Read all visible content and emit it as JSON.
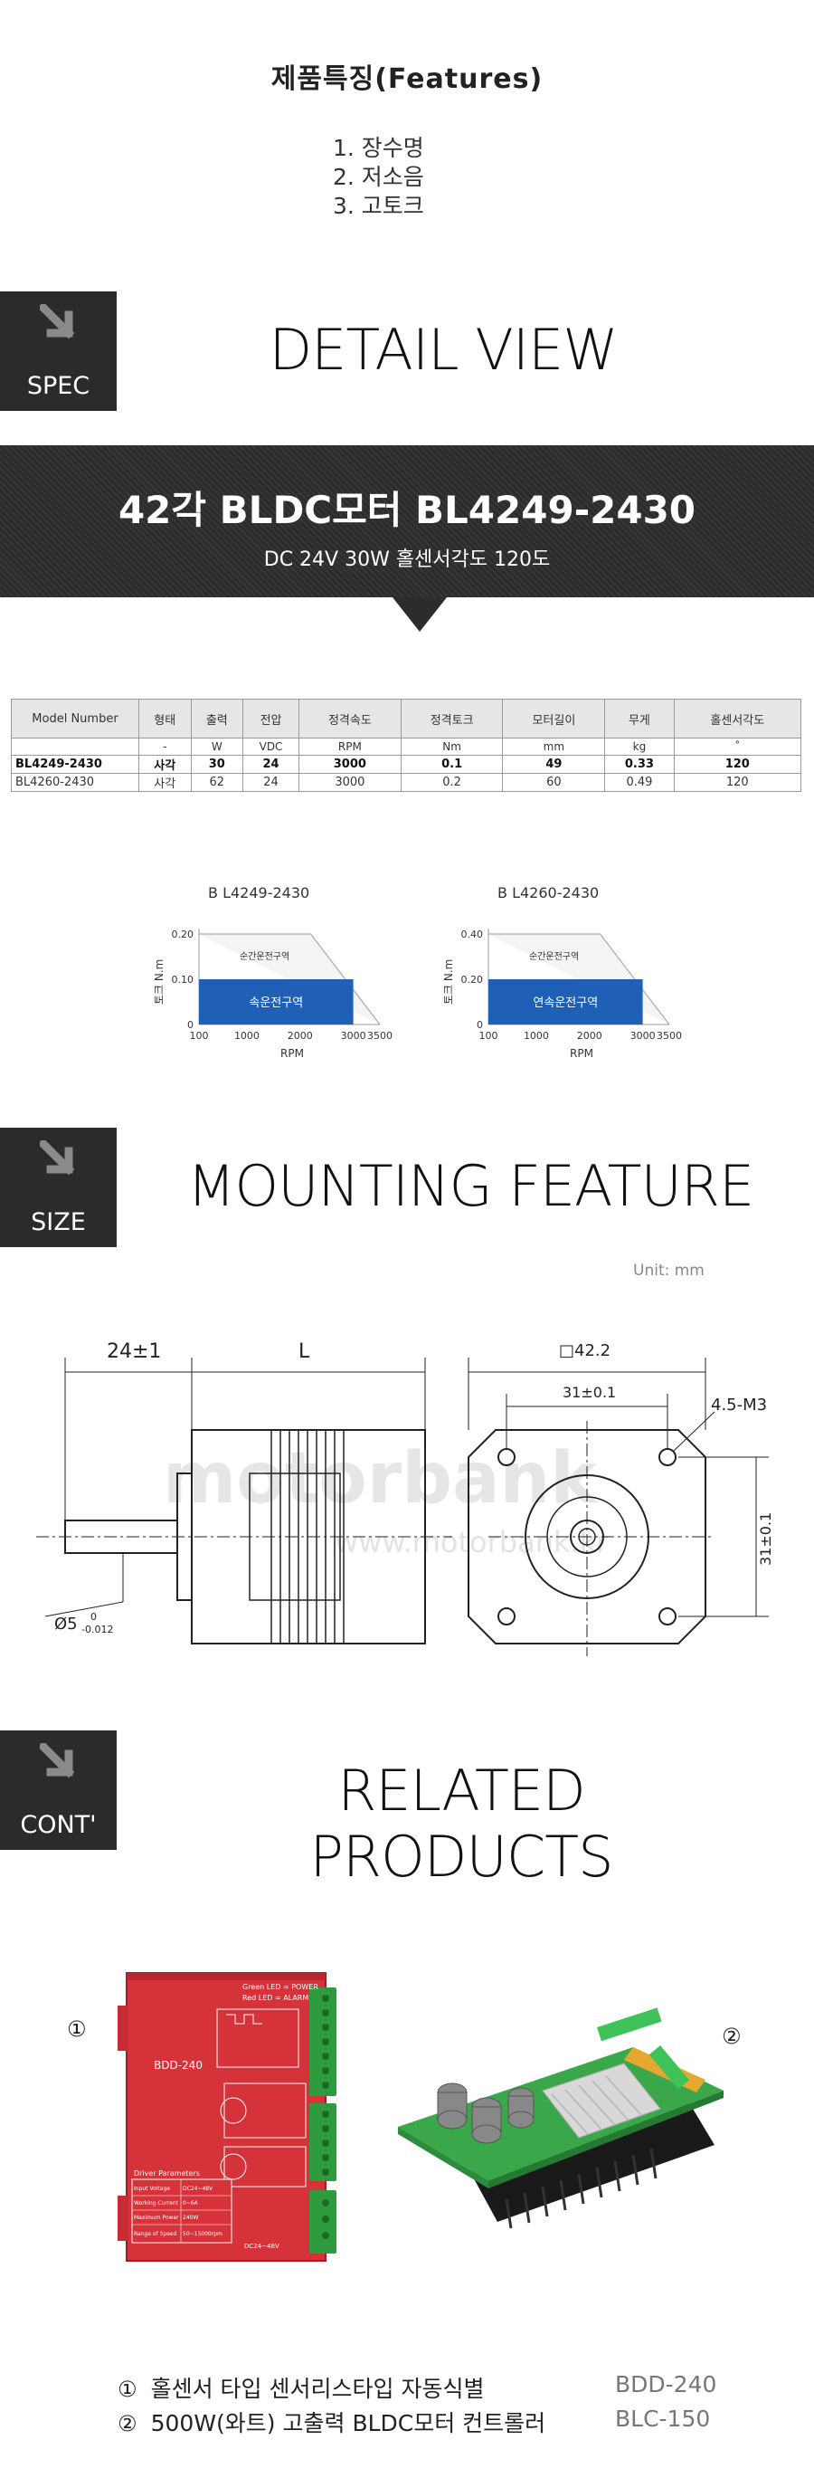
{
  "features": {
    "title": "제품특징(Features)",
    "items": [
      "1. 장수명",
      "2. 저소음",
      "3. 고토크"
    ]
  },
  "sections": {
    "spec": {
      "badge": "SPEC",
      "title": "DETAIL VIEW"
    },
    "size": {
      "badge": "SIZE",
      "title": "MOUNTING FEATURE"
    },
    "cont": {
      "badge": "CONT'",
      "title": "RELATED PRODUCTS"
    }
  },
  "band": {
    "title": "42각 BLDC모터 BL4249-2430",
    "subtitle": "DC 24V  30W 홀센서각도 120도"
  },
  "spec_table": {
    "headers": [
      "Model Number",
      "형태",
      "출력",
      "전압",
      "정격속도",
      "정격토크",
      "모터길이",
      "무게",
      "홀센서각도"
    ],
    "units": [
      "",
      "-",
      "W",
      "VDC",
      "RPM",
      "Nm",
      "mm",
      "kg",
      "˚"
    ],
    "rows": [
      [
        "BL4249-2430",
        "사각",
        "30",
        "24",
        "3000",
        "0.1",
        "49",
        "0.33",
        "120"
      ],
      [
        "BL4260-2430",
        "사각",
        "62",
        "24",
        "3000",
        "0.2",
        "60",
        "0.49",
        "120"
      ]
    ]
  },
  "chart_data": [
    {
      "type": "area",
      "title": "B L4249-2430",
      "xlabel": "RPM",
      "ylabel": "토크 N.m",
      "x_ticks": [
        "100",
        "1000",
        "2000",
        "3000",
        "3500"
      ],
      "y_ticks": [
        "0",
        "0.10",
        "0.20"
      ],
      "ylim": [
        0,
        0.2
      ],
      "regions": [
        {
          "name": "순간운전구역",
          "points": [
            [
              100,
              0.2
            ],
            [
              2200,
              0.2
            ],
            [
              3500,
              0
            ]
          ]
        },
        {
          "name": "속운전구역",
          "points": [
            [
              100,
              0.1
            ],
            [
              3000,
              0.1
            ],
            [
              3000,
              0
            ]
          ]
        }
      ]
    },
    {
      "type": "area",
      "title": "B L4260-2430",
      "xlabel": "RPM",
      "ylabel": "토크 N.m",
      "x_ticks": [
        "100",
        "1000",
        "2000",
        "3000",
        "3500"
      ],
      "y_ticks": [
        "0",
        "0.20",
        "0.40"
      ],
      "ylim": [
        0,
        0.4
      ],
      "regions": [
        {
          "name": "순간운전구역",
          "points": [
            [
              100,
              0.4
            ],
            [
              2200,
              0.4
            ],
            [
              3500,
              0
            ]
          ]
        },
        {
          "name": "연속운전구역",
          "points": [
            [
              100,
              0.2
            ],
            [
              3000,
              0.2
            ],
            [
              3000,
              0
            ]
          ]
        }
      ]
    }
  ],
  "drawing": {
    "unit": "Unit: mm",
    "side": {
      "shaft_len": "24±1",
      "body_len": "L",
      "shaft_dia": "Ø5",
      "tol_top": "0",
      "tol_bottom": "-0.012"
    },
    "front": {
      "frame": "□42.2",
      "pitch_h": "31±0.1",
      "pitch_v": "31±0.1",
      "holes": "4.5-M3"
    },
    "watermark": "motorbank",
    "watermark_small": "www.motorbank.kr"
  },
  "products": {
    "controller_a": {
      "number": "①",
      "model": "BDD-240",
      "led_green": "Green LED = POWER",
      "led_red": "Red LED = ALARM",
      "params_title": "Driver Parameters",
      "params": [
        [
          "Input Voltage",
          "DC24~48V"
        ],
        [
          "Working Current",
          "0~6A"
        ],
        [
          "Maximum Power",
          "240W"
        ],
        [
          "Range of Speed",
          "50~15000rpm"
        ]
      ],
      "bottom": "DC24~48V"
    },
    "controller_b": {
      "number": "②"
    },
    "lines": [
      {
        "num": "①",
        "text": "홀센서 타입 센서리스타입 자동식별",
        "code": "BDD-240"
      },
      {
        "num": "②",
        "text": "500W(와트) 고출력 BLDC모터 컨트롤러",
        "code": "BLC-150"
      }
    ]
  },
  "colors": {
    "dark": "#2b2b2b",
    "blue": "#1f5fb5",
    "red": "#d6323a",
    "green": "#3aa84a"
  }
}
